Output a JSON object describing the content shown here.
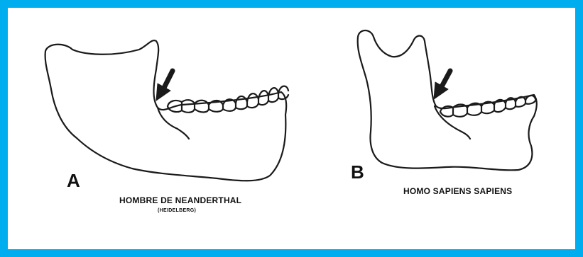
{
  "colors": {
    "frame": "#00aeef",
    "line": "#1a1a1a",
    "background": "#ffffff"
  },
  "panel_a": {
    "letter": "A",
    "caption": "HOMBRE DE NEANDERTHAL",
    "subcaption": "(HEIDELBERG)",
    "arrow_icon": "arrow-pointing-down-left"
  },
  "panel_b": {
    "letter": "B",
    "caption": "HOMO SAPIENS SAPIENS",
    "arrow_icon": "arrow-pointing-down-left"
  }
}
